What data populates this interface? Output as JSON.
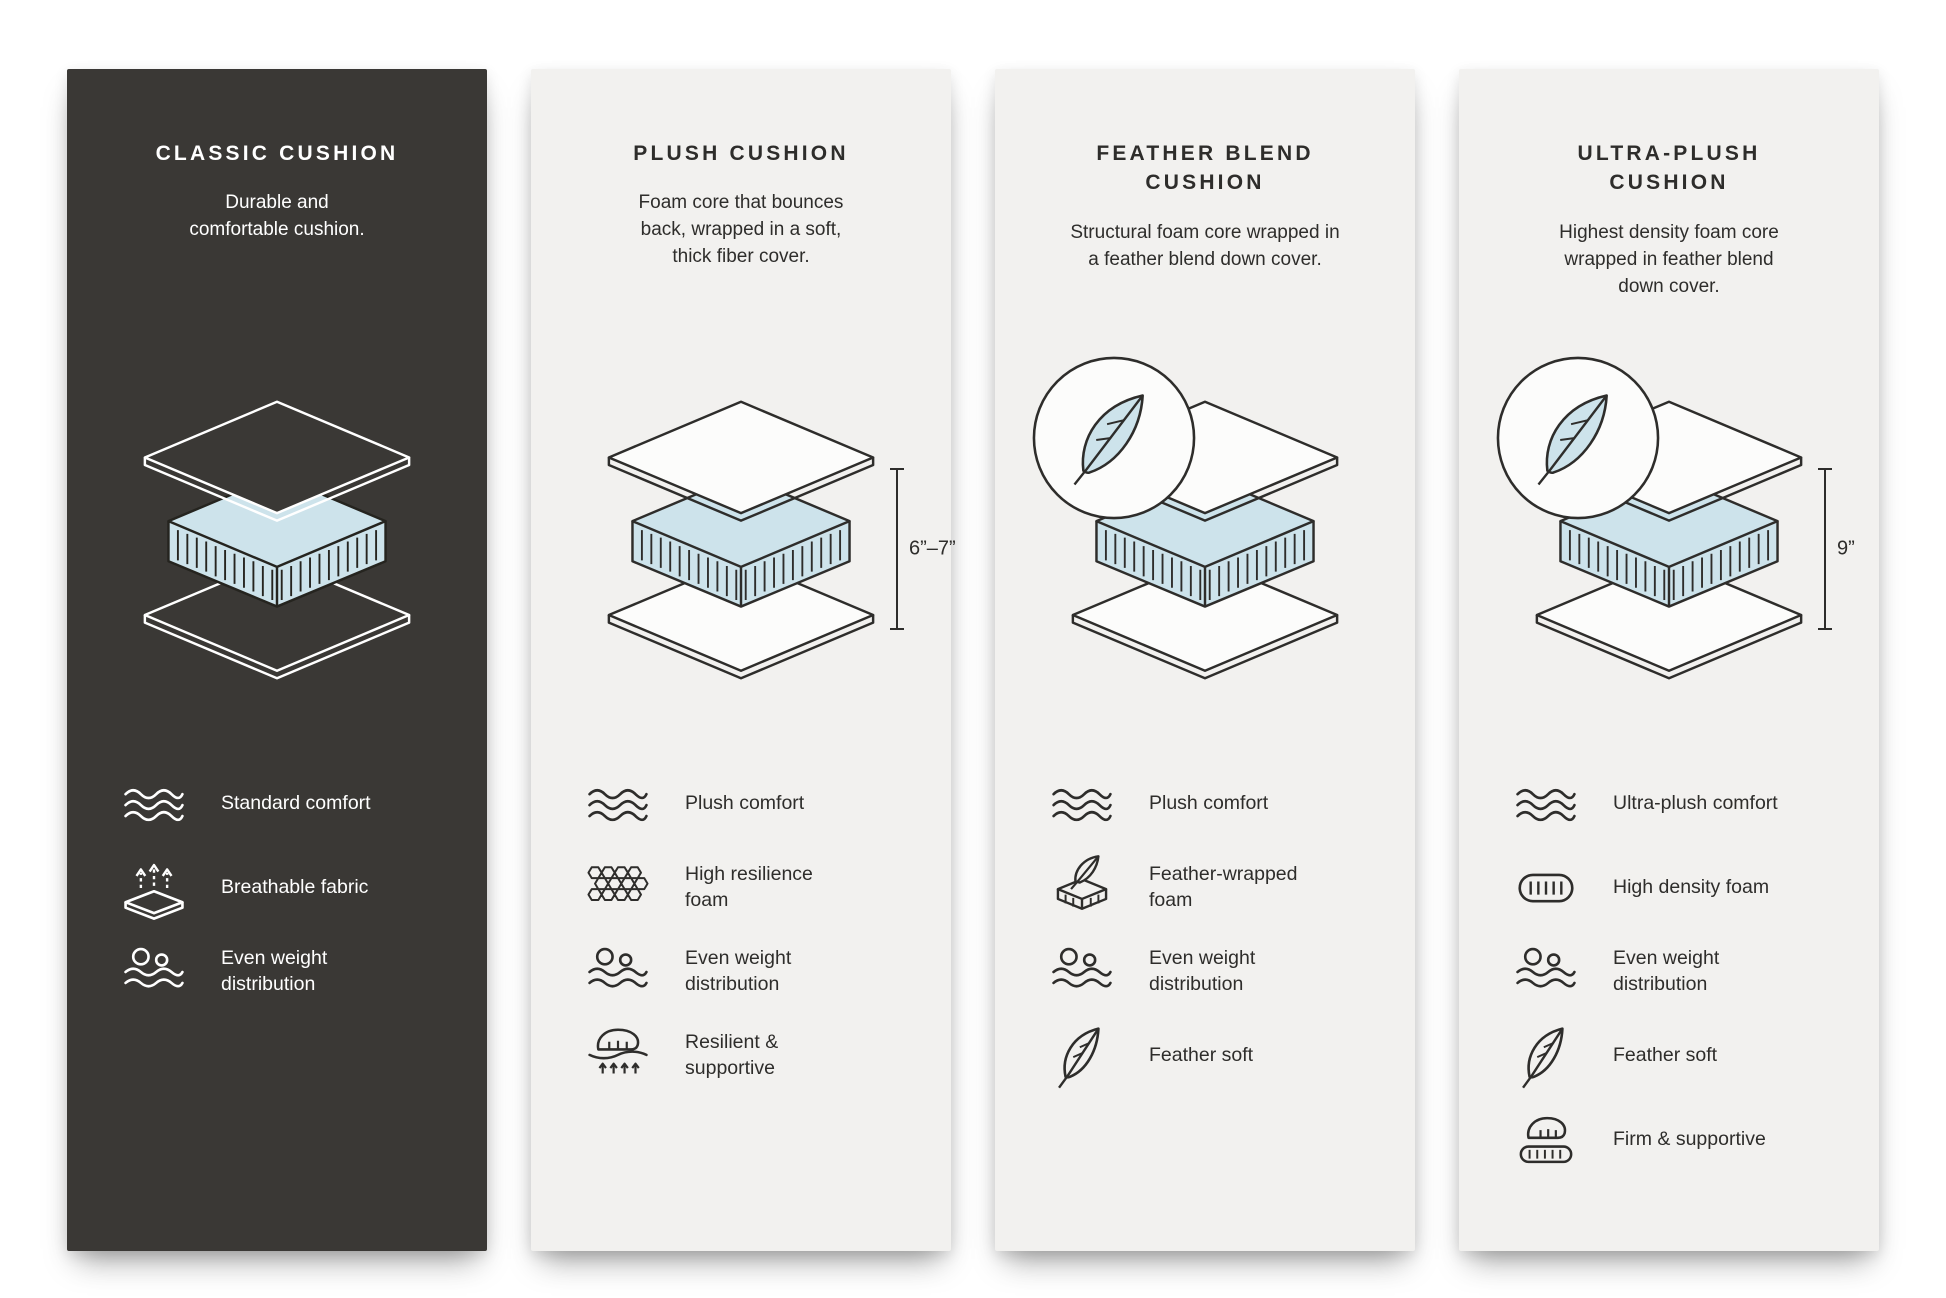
{
  "page": {
    "background": "#ffffff"
  },
  "colors": {
    "dark_panel": "#3a3835",
    "light_panel": "#f2f1ef",
    "foam_blue": "#cde3eb",
    "ink": "#2e2d2b"
  },
  "panels": [
    {
      "title": "CLASSIC CUSHION",
      "description": "Durable and\ncomfortable cushion.",
      "measurement": "",
      "features": [
        {
          "icon": "comfort-waves-icon",
          "label": "Standard comfort"
        },
        {
          "icon": "breathable-fabric-icon",
          "label": "Breathable fabric"
        },
        {
          "icon": "even-weight-icon",
          "label": "Even weight\ndistribution"
        }
      ]
    },
    {
      "title": "PLUSH CUSHION",
      "description": "Foam core that bounces\nback, wrapped in a soft,\nthick fiber cover.",
      "measurement": "6”–7”",
      "features": [
        {
          "icon": "comfort-waves-icon",
          "label": "Plush comfort"
        },
        {
          "icon": "high-resilience-foam-icon",
          "label": "High resilience\nfoam"
        },
        {
          "icon": "even-weight-icon",
          "label": "Even weight\ndistribution"
        },
        {
          "icon": "resilient-supportive-icon",
          "label": "Resilient &\nsupportive"
        }
      ]
    },
    {
      "title": "FEATHER BLEND\nCUSHION",
      "description": "Structural foam core wrapped in\na feather blend down cover.",
      "measurement": "",
      "features": [
        {
          "icon": "comfort-waves-icon",
          "label": "Plush comfort"
        },
        {
          "icon": "feather-wrapped-foam-icon",
          "label": "Feather-wrapped\nfoam"
        },
        {
          "icon": "even-weight-icon",
          "label": "Even weight\ndistribution"
        },
        {
          "icon": "feather-soft-icon",
          "label": "Feather soft"
        }
      ]
    },
    {
      "title": "ULTRA-PLUSH\nCUSHION",
      "description": "Highest density foam core\nwrapped in feather blend\ndown cover.",
      "measurement": "9”",
      "features": [
        {
          "icon": "comfort-waves-icon",
          "label": "Ultra-plush comfort"
        },
        {
          "icon": "high-density-foam-icon",
          "label": "High density foam"
        },
        {
          "icon": "even-weight-icon",
          "label": "Even weight\ndistribution"
        },
        {
          "icon": "feather-soft-icon",
          "label": "Feather soft"
        },
        {
          "icon": "firm-supportive-icon",
          "label": "Firm & supportive"
        }
      ]
    }
  ]
}
